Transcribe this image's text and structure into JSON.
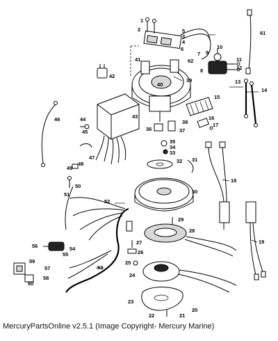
{
  "caption": "MercuryPartsOnline v2.5.1 (Image Copyright- Mercury Marine)",
  "callouts": [
    "1",
    "2",
    "3",
    "4",
    "5",
    "6",
    "7",
    "8",
    "9",
    "10",
    "11",
    "12",
    "13",
    "14",
    "15",
    "16",
    "17",
    "18",
    "19",
    "20",
    "21",
    "22",
    "23",
    "24",
    "25",
    "26",
    "27",
    "28",
    "29",
    "30",
    "31",
    "32",
    "33",
    "34",
    "35",
    "36",
    "37",
    "38",
    "39",
    "40",
    "41",
    "42",
    "43",
    "44",
    "45",
    "46",
    "47",
    "48",
    "49",
    "50",
    "51",
    "52",
    "53",
    "54",
    "55",
    "56",
    "57",
    "58",
    "59",
    "60",
    "61",
    "62"
  ]
}
